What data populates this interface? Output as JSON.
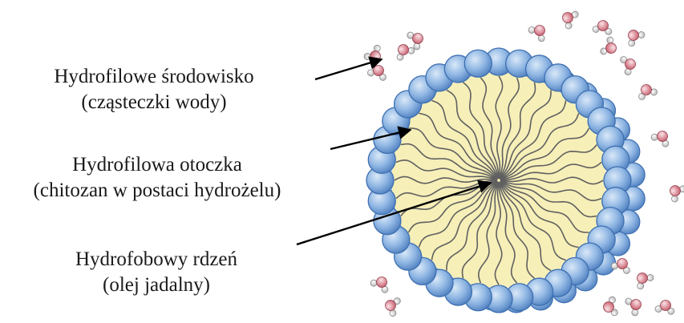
{
  "labels": {
    "environment": {
      "line1": "Hydrofilowe środowisko",
      "line2": "(cząsteczki wody)"
    },
    "shell": {
      "line1": "Hydrofilowa otoczka",
      "line2": "(chitozan w postaci hydrożelu)"
    },
    "core": {
      "line1": "Hydrofobowy rdzeń",
      "line2": "(olej jadalny)"
    }
  },
  "colors": {
    "head_fill": "#8fb6e3",
    "head_stroke": "#3d6fb0",
    "core_fill": "#f6efb8",
    "tail_stroke": "#606060",
    "oxygen": "#e79aa5",
    "hydrogen": "#f4f4f4",
    "arrow": "#000000"
  }
}
